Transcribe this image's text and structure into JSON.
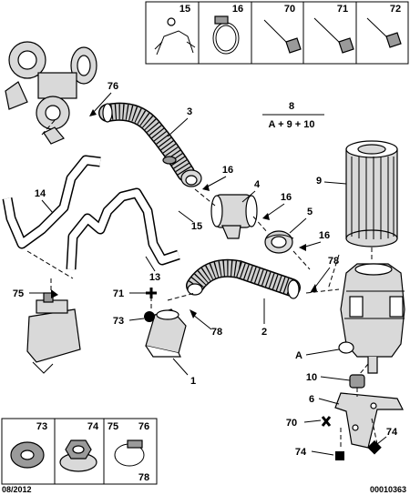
{
  "top_box": {
    "cells": [
      "15",
      "16",
      "70",
      "71",
      "72"
    ]
  },
  "bottom_box": {
    "cells": [
      "73",
      "74",
      "75",
      "76",
      "78"
    ]
  },
  "formula": {
    "ref": "8",
    "expr": "A + 9 + 10"
  },
  "labels": {
    "l76": "76",
    "l3": "3",
    "l16a": "16",
    "l4": "4",
    "l16b": "16",
    "l5": "5",
    "l16c": "16",
    "l78a": "78",
    "l9": "9",
    "l14": "14",
    "l15": "15",
    "l13": "13",
    "l75": "75",
    "l71": "71",
    "l73": "73",
    "l78b": "78",
    "l2": "2",
    "l1": "1",
    "lA": "A",
    "l10": "10",
    "l6": "6",
    "l70": "70",
    "l74a": "74",
    "l74b": "74"
  },
  "footer": {
    "date": "08/2012",
    "ref": "00010363"
  }
}
